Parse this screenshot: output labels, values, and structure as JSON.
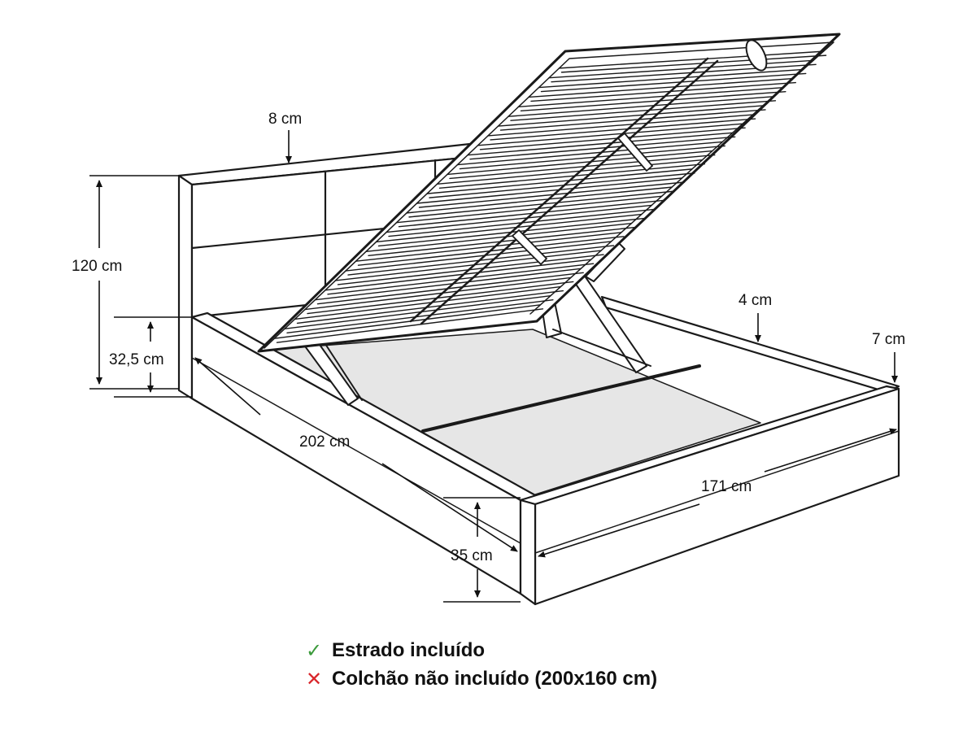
{
  "dimensions": {
    "headboard_thickness": "8 cm",
    "headboard_height": "120 cm",
    "base_height_back": "32,5 cm",
    "length": "202 cm",
    "frame_height": "35 cm",
    "width": "171 cm",
    "side_panel_thickness": "4 cm",
    "front_panel_thickness": "7 cm"
  },
  "legend": [
    {
      "icon": "checkmark-icon",
      "color": "#3a9a3a",
      "text": "Estrado incluído"
    },
    {
      "icon": "cross-icon",
      "color": "#d9262b",
      "text": "Colchão não incluído (200x160 cm)"
    }
  ],
  "colors": {
    "line": "#1a1a1a",
    "floor": "#e6e6e6"
  }
}
